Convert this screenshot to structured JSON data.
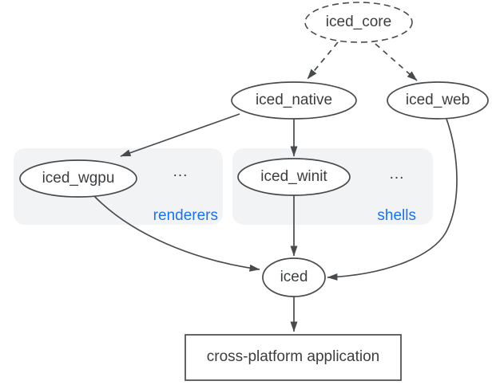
{
  "diagram": {
    "nodes": {
      "iced_core": {
        "label": "iced_core",
        "shape": "ellipse",
        "border": "dashed"
      },
      "iced_native": {
        "label": "iced_native",
        "shape": "ellipse",
        "border": "solid"
      },
      "iced_web": {
        "label": "iced_web",
        "shape": "ellipse",
        "border": "solid"
      },
      "iced_wgpu": {
        "label": "iced_wgpu",
        "shape": "ellipse",
        "border": "solid"
      },
      "iced_winit": {
        "label": "iced_winit",
        "shape": "ellipse",
        "border": "solid"
      },
      "iced": {
        "label": "iced",
        "shape": "ellipse",
        "border": "solid"
      },
      "application": {
        "label": "cross-platform application",
        "shape": "rectangle",
        "border": "solid"
      }
    },
    "groups": {
      "renderers": {
        "label": "renderers",
        "more": "...",
        "contains": [
          "iced_wgpu"
        ]
      },
      "shells": {
        "label": "shells",
        "more": "...",
        "contains": [
          "iced_winit"
        ]
      }
    },
    "edges": [
      {
        "from": "iced_core",
        "to": "iced_native",
        "style": "dashed"
      },
      {
        "from": "iced_core",
        "to": "iced_web",
        "style": "dashed"
      },
      {
        "from": "iced_native",
        "to": "iced_wgpu",
        "style": "solid"
      },
      {
        "from": "iced_native",
        "to": "iced_winit",
        "style": "solid"
      },
      {
        "from": "iced_wgpu",
        "to": "iced",
        "style": "solid"
      },
      {
        "from": "iced_winit",
        "to": "iced",
        "style": "solid"
      },
      {
        "from": "iced_web",
        "to": "iced",
        "style": "solid"
      },
      {
        "from": "iced",
        "to": "application",
        "style": "solid"
      }
    ],
    "colors": {
      "group_label_blue": "#1a73e8",
      "line": "#474b4e",
      "text": "#3a3e41",
      "group_fill": "#f1f3f5",
      "node_fill": "#ffffff"
    }
  }
}
